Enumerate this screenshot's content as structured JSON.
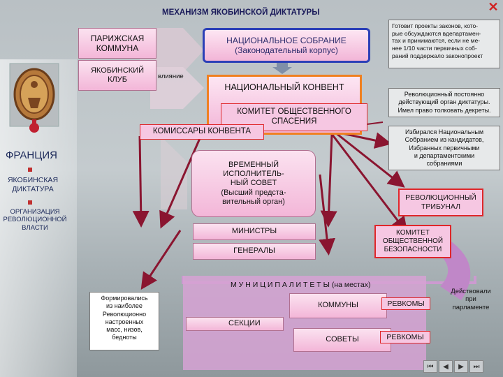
{
  "title": "МЕХАНИЗМ ЯКОБИНСКОЙ ДИКТАТУРЫ",
  "left_panel": {
    "country": "ФРАНЦИЯ",
    "items": [
      "ЯКОБИНСКАЯ ДИКТАТУРА",
      "ОРГАНИЗАЦИЯ РЕВОЛЮЦИОННОЙ ВЛАСТИ"
    ]
  },
  "nodes": {
    "paris_commune": "ПАРИЖСКАЯ\nКОММУНА",
    "jacobin_club": "ЯКОБИНСКИЙ\nКЛУБ",
    "influence": "влияние",
    "national_assembly": "НАЦИОНАЛЬНОЕ СОБРАНИЕ\n(Законодательный корпус)",
    "convention": "НАЦИОНАЛЬНЫЙ КОНВЕНТ",
    "public_safety": "КОМИТЕТ ОБЩЕСТВЕННОГО\nСПАСЕНИЯ",
    "commissars": "КОМИССАРЫ КОНВЕНТА",
    "exec_council": "ВРЕМЕННЫЙ\nИСПОЛНИТЕЛЬ-\nНЫЙ СОВЕТ\n(Высший предста-\nвительный орган)",
    "ministers": "МИНИСТРЫ",
    "generals": "ГЕНЕРАЛЫ",
    "tribunal": "РЕВОЛЮЦИОННЫЙ\nТРИБУНАЛ",
    "security": "КОМИТЕТ\nОБЩЕСТВЕННОЙ\nБЕЗОПАСНОСТИ",
    "municipalities": "М У Н И Ц И П А Л И Т Е Т Ы (на местах)",
    "communes": "КОММУНЫ",
    "revkomy1": "РЕВКОМЫ",
    "sections": "СЕКЦИИ",
    "soviets": "СОВЕТЫ",
    "revkomy2": "РЕВКОМЫ"
  },
  "notes": {
    "assembly_note": "Готовит проекты законов, кото-\nрые обсуждаются вдепартамен-\nтах и принимаются, если не ме-\nнее 1/10 части первичных соб-\nраний поддержало законопроект",
    "convention_note": "Революционный постоянно\nдействующий орган диктатуры.\nИмел право толковать декреты.",
    "council_note": "Избирался Национальным\nСобранием из кандидатов,\nИзбранных первичными\nи департаментскими\nсобраниями",
    "formed_note": "Формировались\nиз наиболее\nРеволюционно\nнастроенных\nмасс, низов,\nбедноты",
    "acted_note": "Действовали\nпри\nпарламенте"
  },
  "colors": {
    "accent_red": "#e0262a",
    "box_pink": "#f3b6d8",
    "arrow_dark_red": "#8a1530",
    "arrow_orange": "#f08020",
    "assembly_blue": "#2b3fb7"
  },
  "icons": [
    "close-icon",
    "coat-of-arms-icon",
    "nav-first-icon",
    "nav-prev-icon",
    "nav-next-icon",
    "nav-last-icon"
  ]
}
